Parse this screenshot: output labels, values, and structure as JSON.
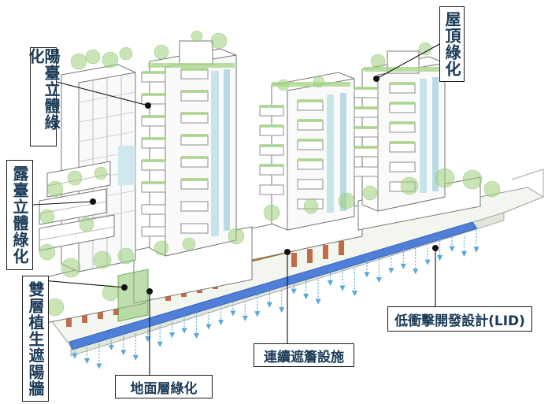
{
  "labels": {
    "balcony_greening": "陽臺立體綠化",
    "terrace_greening": "露臺立體綠化",
    "double_layer_wall": "雙層植生遮陽牆",
    "ground_greening": "地面層綠化",
    "continuous_canopy": "連續遮簷設施",
    "lid_design": "低衝擊開發設計(LID)",
    "roof_greening": "屋頂綠化"
  },
  "colors": {
    "label_text": "#1a3a57",
    "label_border": "#1c1c1c",
    "canopy_orange": "#e6a02e",
    "lid_blue": "#4f7fd8",
    "rain_arrow": "#5aa9d6",
    "tree_green": "#9cd07a",
    "building_line": "#777777"
  }
}
